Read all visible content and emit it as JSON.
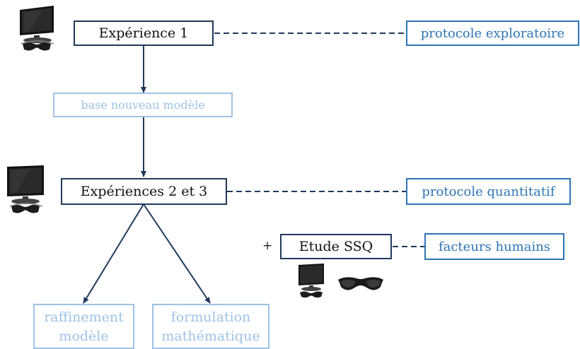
{
  "nodes": {
    "exp1": "Expérience 1",
    "explor": "protocole exploratoire",
    "base": "base nouveau modèle",
    "exp23": "Expériences 2 et 3",
    "quant": "protocole quantitatif",
    "plus": "+",
    "ssq": "Etude SSQ",
    "hf": "facteurs humains",
    "raff": [
      "raffinement",
      "modèle"
    ],
    "form": [
      "formulation",
      "mathématique"
    ]
  },
  "colors": {
    "dark": "#1f3a5a",
    "blue": "#2e75b6",
    "light": "#9dc3e6"
  },
  "icons": [
    "tv-3d-glasses-icon",
    "tv-3d-glasses-icon",
    "tv-icon",
    "glasses-icon"
  ]
}
